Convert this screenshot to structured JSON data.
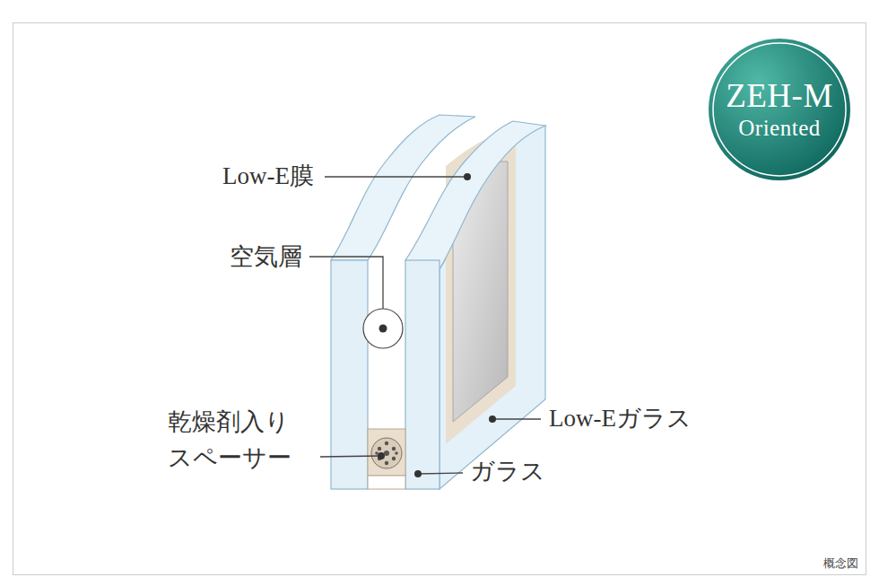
{
  "diagram": {
    "nodes": [
      {
        "text": [
          "ZEH-M Oriented"
        ]
      }
    ],
    "labels": [
      "Low-E膜",
      "空気層",
      "乾燥剤入り スペーサー",
      "Low-Eガラス",
      "ガラス",
      "概念図"
    ]
  }
}
